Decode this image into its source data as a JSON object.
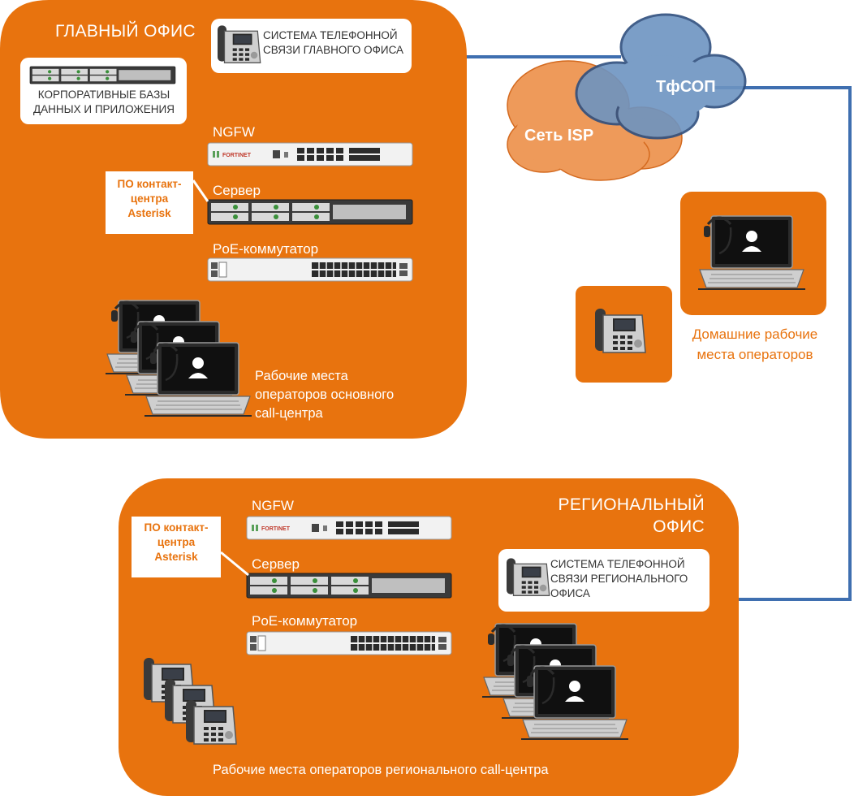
{
  "main_office": {
    "title": "ГЛАВНЫЙ ОФИС",
    "phone_system": "СИСТЕМА ТЕЛЕФОННОЙ\nСВЯЗИ ГЛАВНОГО ОФИСА",
    "databases": "КОРПОРАТИВНЫЕ БАЗЫ\nДАННЫХ И ПРИЛОЖЕНИЯ",
    "ngfw": "NGFW",
    "server": "Сервер",
    "poe_switch": "PoE-коммутатор",
    "software_note": "ПО контакт-\nцентра\nAsterisk",
    "operators": "Рабочие места\nоператоров основного\ncall-центра"
  },
  "clouds": {
    "isp": "Сеть ISP",
    "pstn": "ТфСОП"
  },
  "home": {
    "label": "Домашние рабочие\nместа операторов"
  },
  "regional_office": {
    "title": "РЕГИОНАЛЬНЫЙ\nОФИС",
    "ngfw": "NGFW",
    "server": "Сервер",
    "poe_switch": "PoE-коммутатор",
    "software_note": "ПО контакт-\nцентра\nAsterisk",
    "phone_system": "СИСТЕМА ТЕЛЕФОННОЙ\nСВЯЗИ РЕГИОНАЛЬНОГО\nОФИСА",
    "operators": "Рабочие места операторов регионального call-центра"
  },
  "device_brand": "FORTINET",
  "colors": {
    "orange": "#e8730e",
    "isp_cloud": "#ee9a5a",
    "pstn_cloud": "#6d94c1",
    "blue_line": "#3f6fb0",
    "white": "#ffffff"
  },
  "icons": [
    "ip-phone-icon",
    "laptop-headset-icon",
    "server-rack-icon",
    "firewall-icon",
    "switch-icon",
    "cloud-icon"
  ]
}
